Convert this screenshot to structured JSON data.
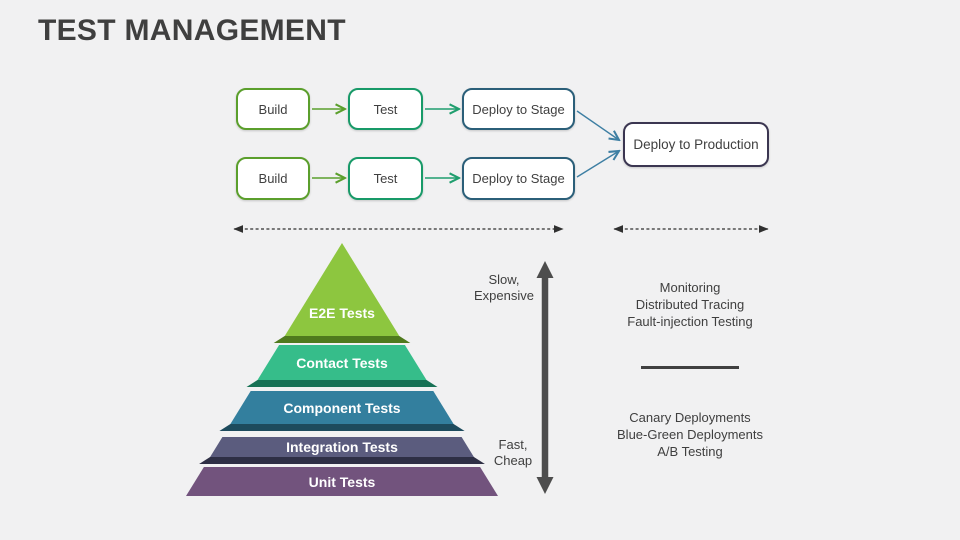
{
  "slide": {
    "title": "TEST MANAGEMENT"
  },
  "pipeline": {
    "row1": {
      "build": "Build",
      "test": "Test",
      "stage": "Deploy to Stage"
    },
    "row2": {
      "build": "Build",
      "test": "Test",
      "stage": "Deploy to Stage"
    },
    "production": "Deploy to Production"
  },
  "pyramid": {
    "layers": [
      {
        "id": "e2e",
        "label": "E2E Tests",
        "color": "#8DC63F",
        "edge": "#4F7A1D"
      },
      {
        "id": "contact",
        "label": "Contact Tests",
        "color": "#36BD8A",
        "edge": "#177155"
      },
      {
        "id": "component",
        "label": "Component Tests",
        "color": "#337F9E",
        "edge": "#1D4B5D"
      },
      {
        "id": "integration",
        "label": "Integration Tests",
        "color": "#5B5C7E",
        "edge": "#2E2F45"
      },
      {
        "id": "unit",
        "label": "Unit Tests",
        "color": "#72537D"
      }
    ]
  },
  "axis": {
    "top_line1": "Slow,",
    "top_line2": "Expensive",
    "bottom_line1": "Fast,",
    "bottom_line2": "Cheap"
  },
  "right_panel": {
    "group1": [
      "Monitoring",
      "Distributed Tracing",
      "Fault-injection Testing"
    ],
    "group2": [
      "Canary Deployments",
      "Blue-Green Deployments",
      "A/B Testing"
    ]
  },
  "colors": {
    "background": "#F1F1F2",
    "title_text": "#3F3F3F",
    "body_text": "#3F3F3F",
    "build_border": "#5B9F2C",
    "test_border": "#189A68",
    "stage_border": "#2B5F79",
    "production_border": "#3B3651",
    "arrow_build": "#5B9F2C",
    "arrow_test": "#1F9E6E",
    "arrow_stage": "#3E7FA3",
    "dashed_arrow": "#303030",
    "vertical_arrow": "#4D4D4D"
  }
}
